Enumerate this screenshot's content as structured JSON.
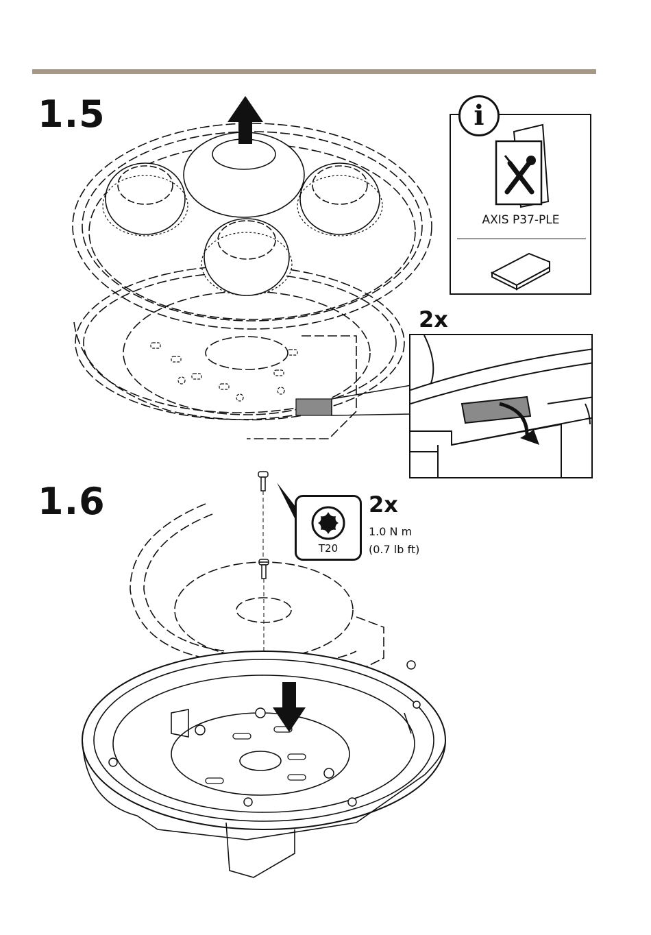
{
  "steps": {
    "step1": {
      "number": "1.5",
      "quantity": "2x"
    },
    "step2": {
      "number": "1.6",
      "quantity": "2x"
    }
  },
  "info_box": {
    "icon": "info-icon",
    "glyph": "i",
    "model": "AXIS P37-PLE",
    "items": [
      "manual-tools-icon",
      "sd-card-icon"
    ]
  },
  "screw_spec": {
    "tool": "T20",
    "torque_metric": "1.0 N m",
    "torque_imperial": "(0.7 lb ft)"
  },
  "colors": {
    "rule": "#a59889",
    "line": "#111111",
    "clip": "#8a8a8a"
  }
}
